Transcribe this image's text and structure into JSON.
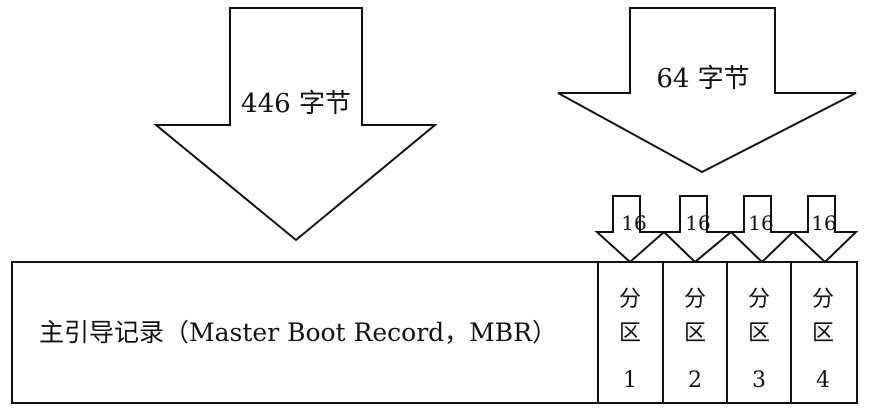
{
  "diagram": {
    "mbr_arrow_label": "446 字节",
    "partition_table_arrow_label": "64 字节",
    "mbr_box_label": "主引导记录（Master Boot Record，MBR）",
    "partition_entry_size_labels": [
      "16",
      "16",
      "16",
      "16"
    ],
    "partitions": [
      {
        "line1": "分",
        "line2": "区",
        "line3": "1"
      },
      {
        "line1": "分",
        "line2": "区",
        "line3": "2"
      },
      {
        "line1": "分",
        "line2": "区",
        "line3": "3"
      },
      {
        "line1": "分",
        "line2": "区",
        "line3": "4"
      }
    ]
  }
}
